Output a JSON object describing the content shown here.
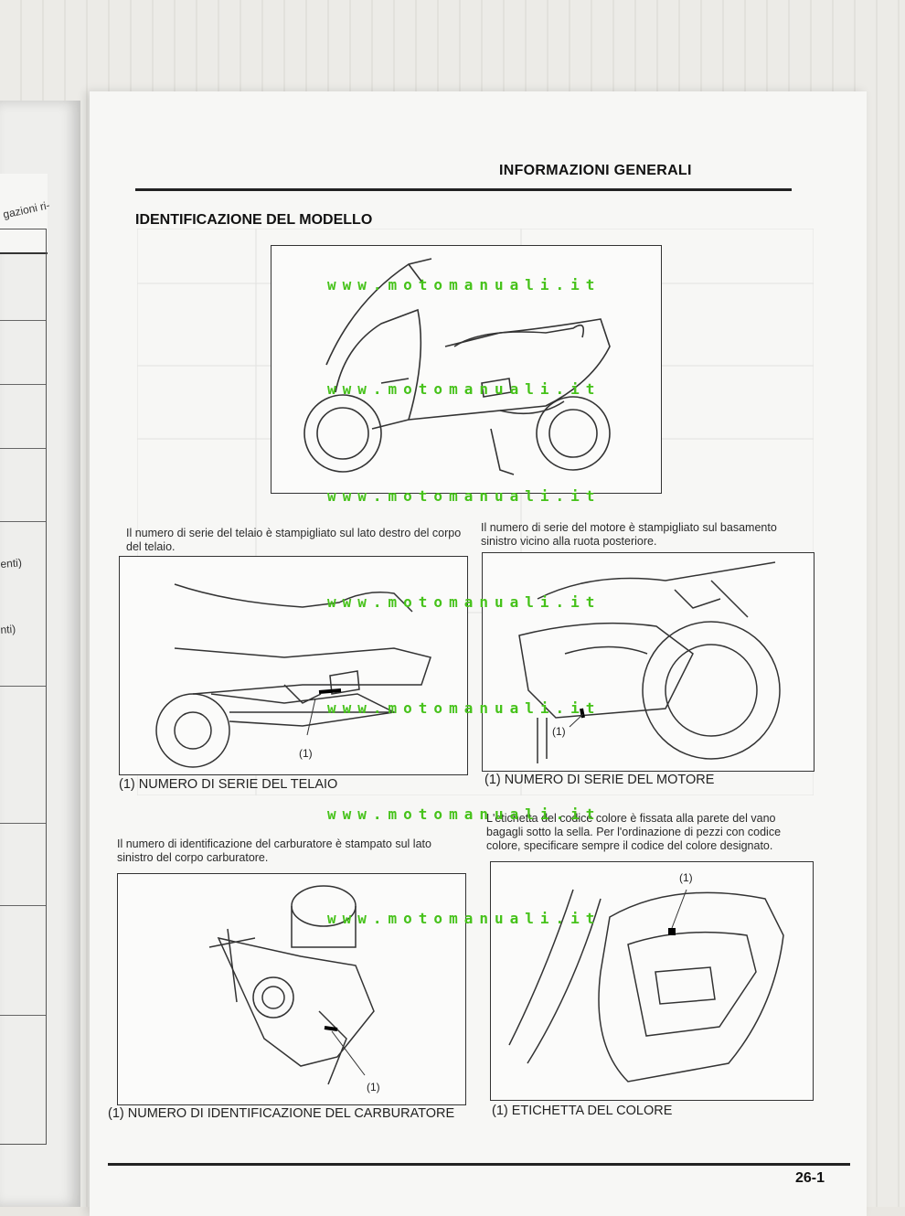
{
  "header": {
    "section_title": "INFORMAZIONI GENERALI",
    "page_heading": "IDENTIFICAZIONE DEL MODELLO"
  },
  "left_page": {
    "fragments": [
      "gazioni ri-",
      "enti)",
      "nti)"
    ]
  },
  "captions": {
    "frame_serial": "Il numero di serie del telaio è stampigliato sul lato destro del corpo del telaio.",
    "engine_serial": "Il numero di serie del motore è stampigliato sul basamento sinistro vicino alla ruota posteriore.",
    "carburetor_id": "Il numero di identificazione del carburatore è stampato sul lato sinistro del corpo carburatore.",
    "color_label": "L'etichetta del codice colore è fissata alla parete del vano bagagli sotto la sella. Per l'ordinazione di pezzi con codice colore, specificare sempre il codice del colore designato."
  },
  "figures": {
    "callout": "(1)",
    "frame_label": "(1) NUMERO DI SERIE DEL TELAIO",
    "engine_label": "(1) NUMERO DI SERIE DEL MOTORE",
    "carburetor_label": "(1) NUMERO DI IDENTIFICAZIONE DEL CARBURATORE",
    "color_label": "(1) ETICHETTA DEL COLORE"
  },
  "watermark": "www.motomanuali.it",
  "footer": {
    "page_number": "26-1"
  },
  "colors": {
    "watermark": "#46c21a",
    "ink": "#222222",
    "paper": "#f7f7f5"
  }
}
